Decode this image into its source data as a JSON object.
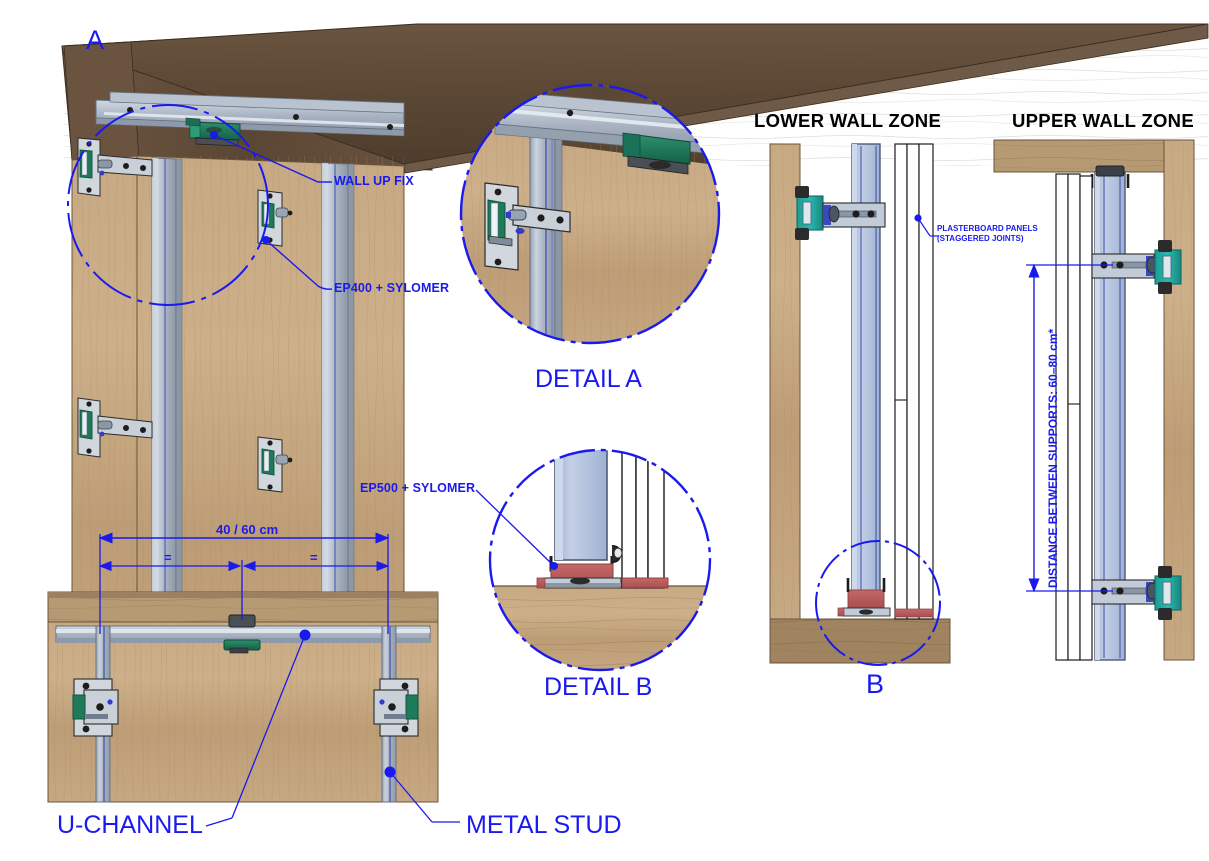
{
  "drawing": {
    "type": "acoustic wall lining assembly detail",
    "marks": {
      "a": "A",
      "b": "B"
    },
    "detail_titles": {
      "a": "DETAIL A",
      "b": "DETAIL B"
    },
    "section_titles": {
      "lower": "LOWER WALL ZONE",
      "upper": "UPPER WALL ZONE"
    },
    "callouts": {
      "wall_up_fix": "WALL UP FIX",
      "ep400": "EP400 + SYLOMER",
      "ep500": "EP500 + SYLOMER",
      "plasterboard_line1": "PLASTERBOARD PANELS",
      "plasterboard_line2": "(STAGGERED JOINTS)",
      "u_channel": "U-CHANNEL",
      "metal_stud": "METAL STUD"
    },
    "dimensions": {
      "spacing": "40 / 60 cm",
      "equal_left": "=",
      "equal_right": "=",
      "supports_distance": "DISTANCE BETWEEN SUPPORTS: 60–80 cm*"
    },
    "colors": {
      "annotation_blue": "#1a1aee",
      "title_black": "#000000",
      "wood_light": "#c7a77f",
      "wood_dark": "#5b4634",
      "wood_mid": "#b99a72",
      "metal_steel": "#aab4c4",
      "metal_light": "#c9d2de",
      "stud_blue": "#b4c2dd",
      "bracket_green": "#1f7a5a",
      "bracket_teal": "#22a9a0",
      "sylomer_red": "#b85a5a",
      "background": "#ffffff"
    }
  }
}
